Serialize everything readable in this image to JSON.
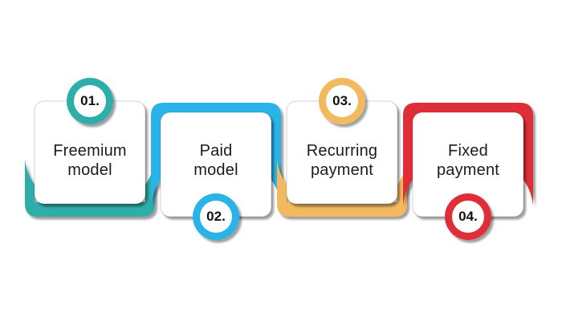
{
  "diagram": {
    "type": "process-cards",
    "background": "#ffffff",
    "text_color": "#1b1b1b",
    "shadow_color": "#9e9e9e",
    "card_bg": "#ffffff",
    "cards": [
      {
        "number": "01.",
        "label": "Freemium model",
        "lines": [
          "Freemium",
          "model"
        ],
        "color": "#2EADA9",
        "badge_position": "top"
      },
      {
        "number": "02.",
        "label": "Paid model",
        "lines": [
          "Paid",
          "model"
        ],
        "color": "#29B3E8",
        "badge_position": "bottom"
      },
      {
        "number": "03.",
        "label": "Recurring payment",
        "lines": [
          "Recurring",
          "payment"
        ],
        "color": "#F2B95E",
        "badge_position": "top"
      },
      {
        "number": "04.",
        "label": "Fixed payment",
        "lines": [
          "Fixed",
          "payment"
        ],
        "color": "#DE2D38",
        "badge_position": "bottom"
      }
    ]
  }
}
